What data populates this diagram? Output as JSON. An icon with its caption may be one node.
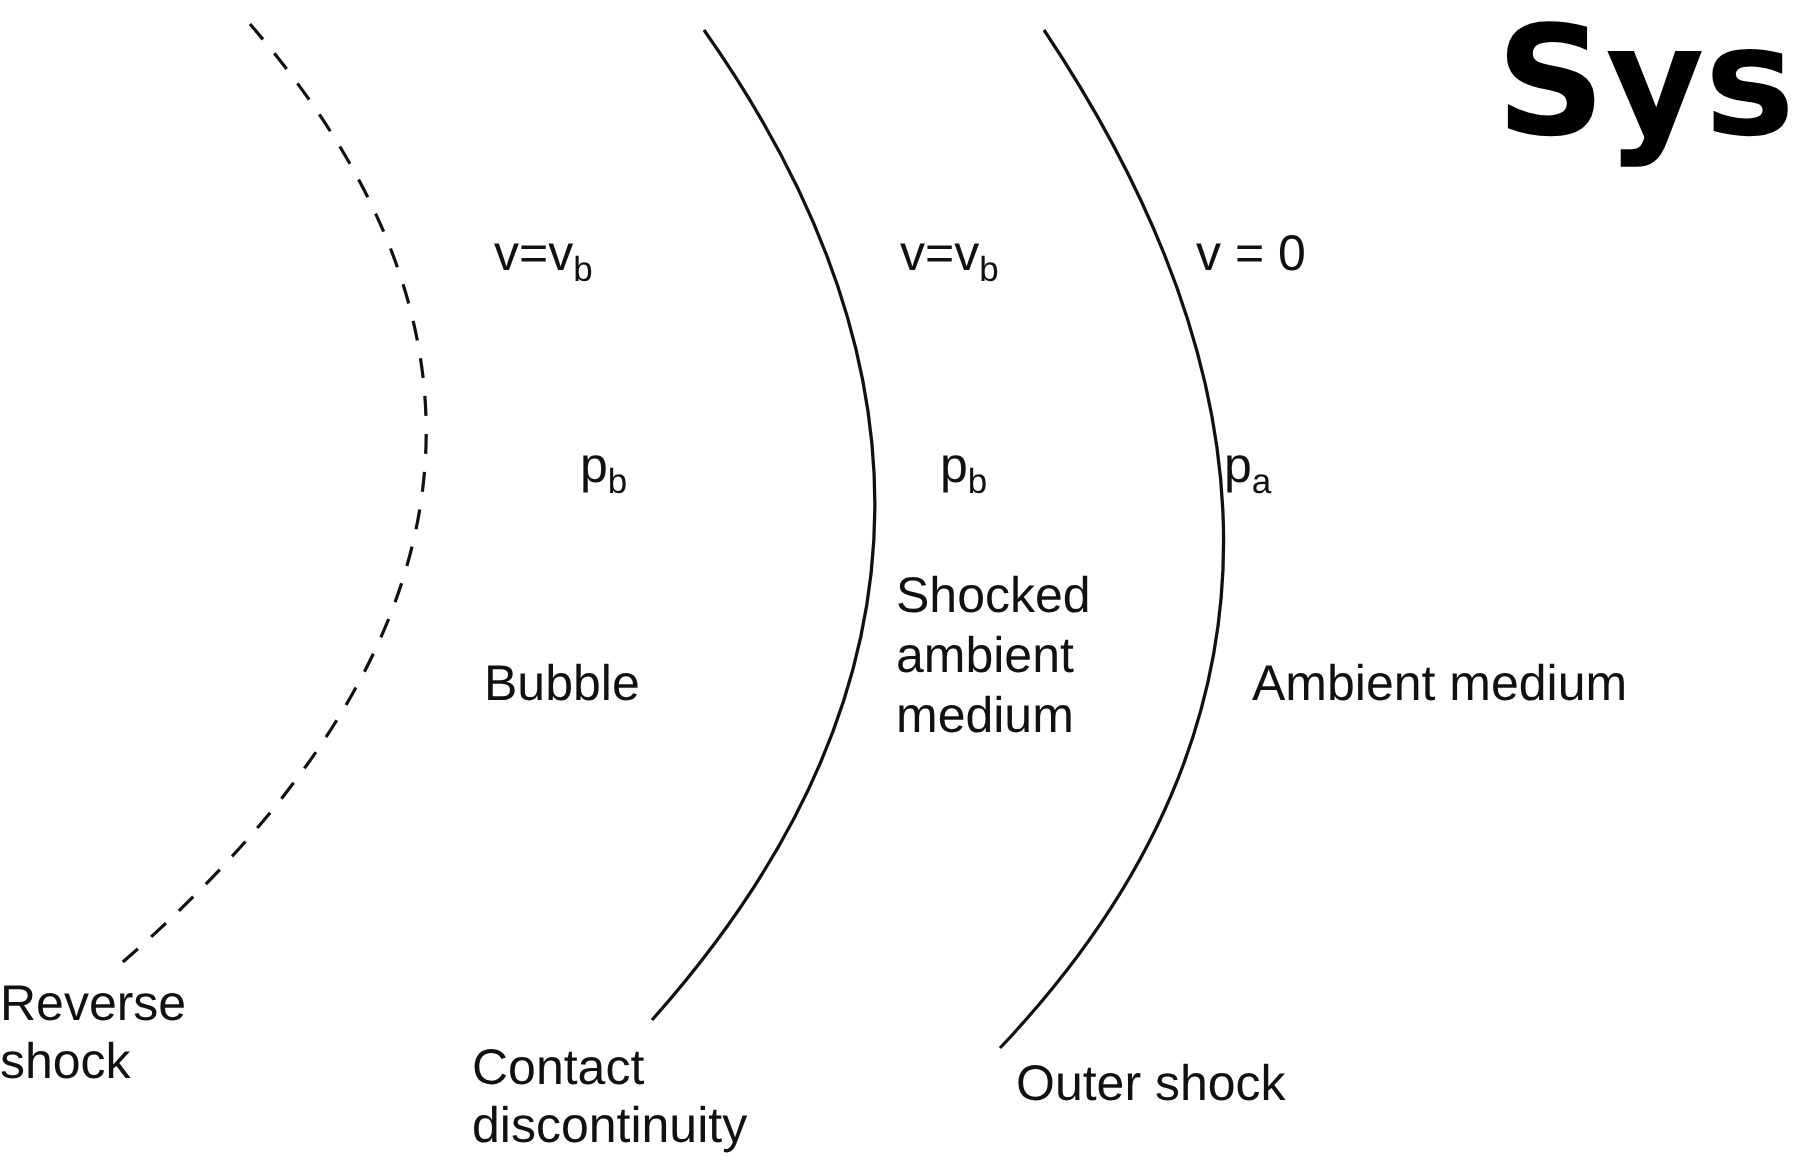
{
  "diagram": {
    "title": "Sys",
    "nodes": [
      {
        "text": [],
        "shape": "dashed-arc",
        "beside": [
          "Reverse shock"
        ]
      },
      {
        "text": [],
        "shape": "arc",
        "beside": [
          "Contact discontinuity"
        ]
      },
      {
        "text": [],
        "shape": "arc",
        "beside": [
          "Outer shock"
        ]
      }
    ],
    "labels": [
      "v=v$_{b}$",
      "v=v$_{b}$",
      "v = 0",
      "p$_{b}$",
      "p$_{b}$",
      "p$_{a}$",
      "Bubble",
      "Shocked ambient medium",
      "Ambient medium"
    ]
  }
}
